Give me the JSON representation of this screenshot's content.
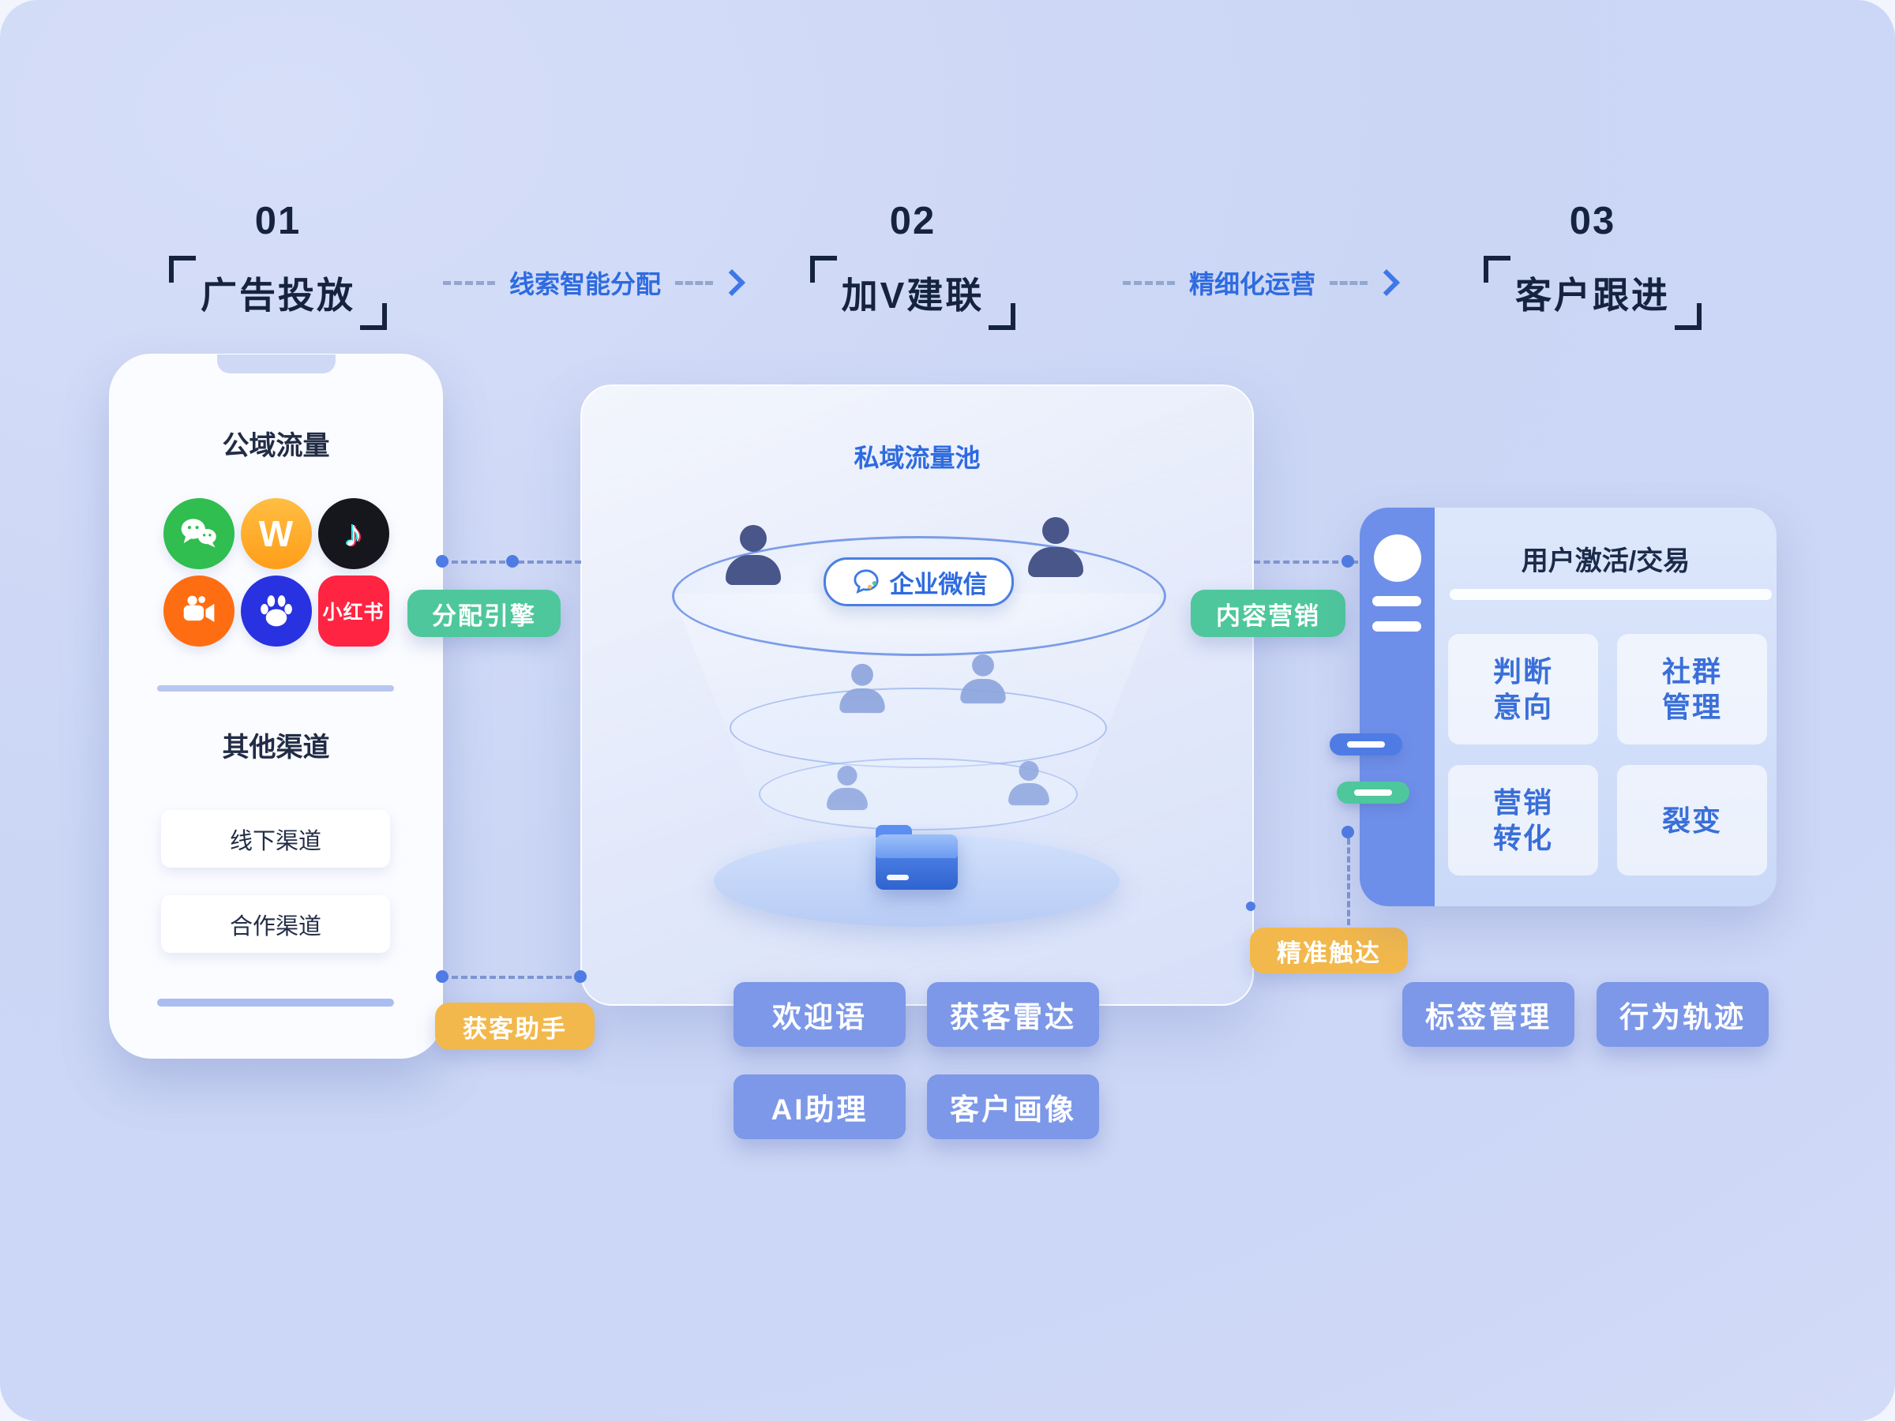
{
  "colors": {
    "accent_blue": "#2E6BE0",
    "badge_green": "#4EC79C",
    "badge_yellow": "#F2B84B",
    "button_blue": "#7D98E8",
    "dark_text": "#1C2A4A"
  },
  "steps": [
    {
      "number": "01",
      "label": "广告投放"
    },
    {
      "number": "02",
      "label": "加V建联"
    },
    {
      "number": "03",
      "label": "客户跟进"
    }
  ],
  "flows": [
    {
      "label": "线索智能分配"
    },
    {
      "label": "精细化运营"
    }
  ],
  "phone": {
    "public_title": "公域流量",
    "channels": [
      {
        "name": "wechat"
      },
      {
        "name": "w-channel",
        "glyph": "W"
      },
      {
        "name": "douyin",
        "glyph": "♪"
      },
      {
        "name": "kuaishou"
      },
      {
        "name": "baidu"
      },
      {
        "name": "xiaohongshu",
        "label": "小红书"
      }
    ],
    "other_title": "其他渠道",
    "other_channels": [
      "线下渠道",
      "合作渠道"
    ]
  },
  "pool": {
    "title": "私域流量池",
    "wecom": "企业微信",
    "features": [
      "欢迎语",
      "获客雷达",
      "AI助理",
      "客户画像"
    ]
  },
  "badges": {
    "distribution": "分配引擎",
    "assistant": "获客助手",
    "content": "内容营销",
    "reach": "精准触达"
  },
  "activation": {
    "title": "用户激活/交易",
    "cards": [
      "判断\n意向",
      "社群\n管理",
      "营销\n转化",
      "裂变"
    ]
  },
  "followup": [
    "标签管理",
    "行为轨迹"
  ]
}
